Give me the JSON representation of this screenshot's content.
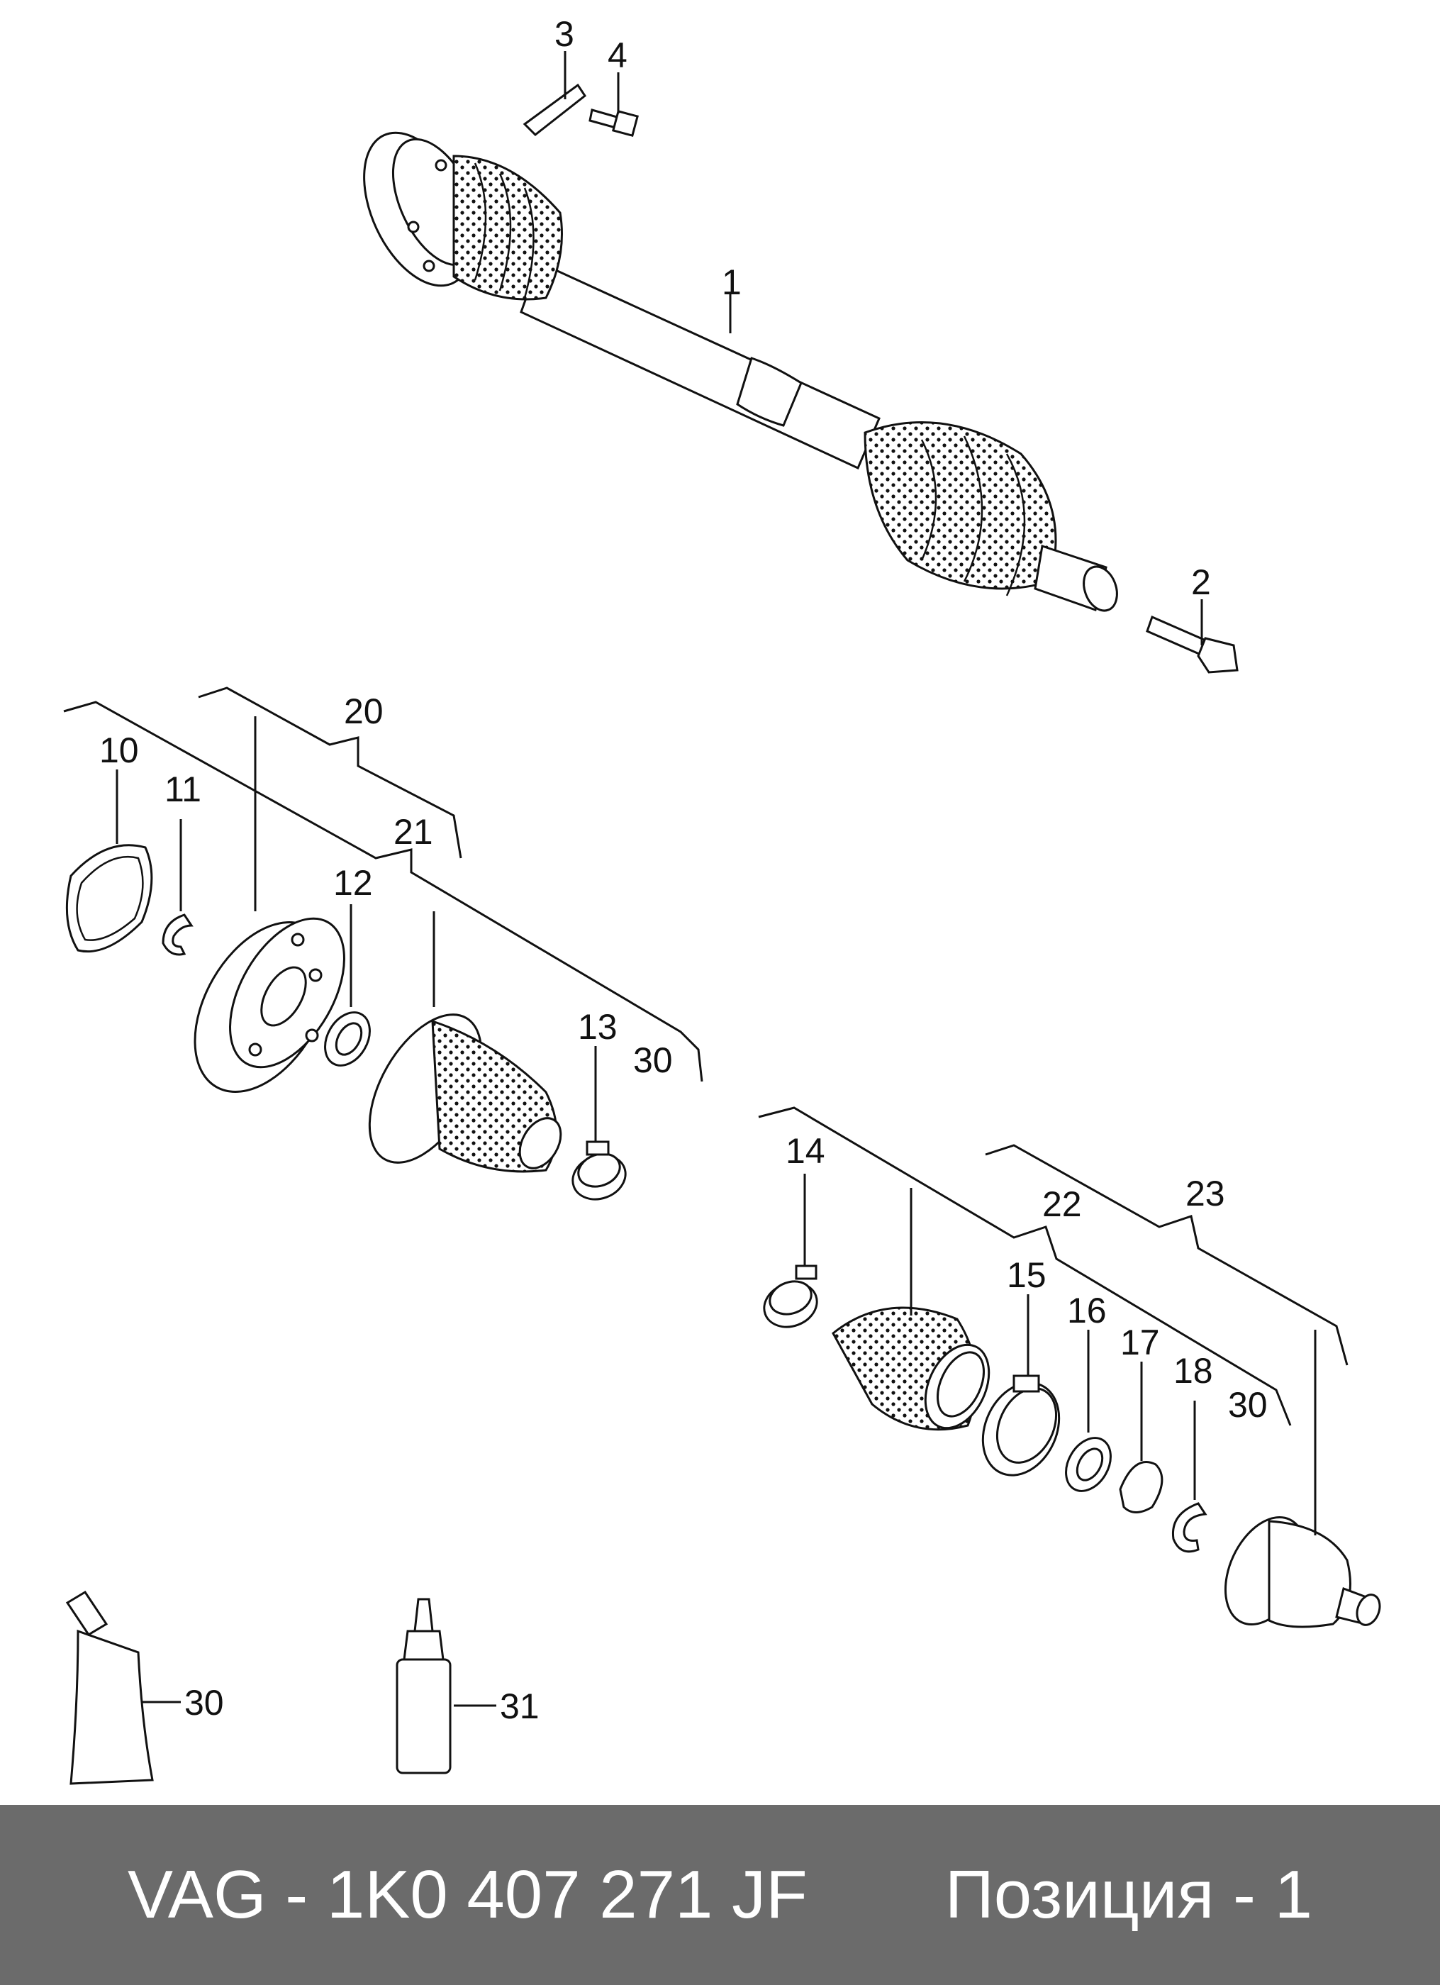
{
  "labels": {
    "l1": "1",
    "l2": "2",
    "l3": "3",
    "l4": "4",
    "l10": "10",
    "l11": "11",
    "l12": "12",
    "l13": "13",
    "l14": "14",
    "l15": "15",
    "l16": "16",
    "l17": "17",
    "l18": "18",
    "l20": "20",
    "l21": "21",
    "l22": "22",
    "l23": "23",
    "l30a": "30",
    "l30b": "30",
    "l30c": "30",
    "l31": "31"
  },
  "footer": {
    "part_number": "VAG - 1K0 407 271 JF",
    "position": "Позиция - 1"
  },
  "colors": {
    "footer_bg": "#6b6b6b",
    "footer_text": "#ffffff",
    "line": "#111111"
  }
}
